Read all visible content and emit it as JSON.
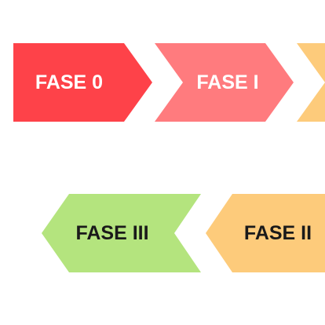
{
  "phases": [
    {
      "label": "FASE 0",
      "color": "#fe4249",
      "text_color": "#ffffff"
    },
    {
      "label": "FASE I",
      "color": "#ff7b7e",
      "text_color": "#ffffff"
    },
    {
      "label": "FASE II",
      "color": "#fdcb7b",
      "text_color": "#1a1a1a"
    },
    {
      "label": "FASE III",
      "color": "#b4e47e",
      "text_color": "#1a1a1a"
    }
  ],
  "background": "#ffffff"
}
